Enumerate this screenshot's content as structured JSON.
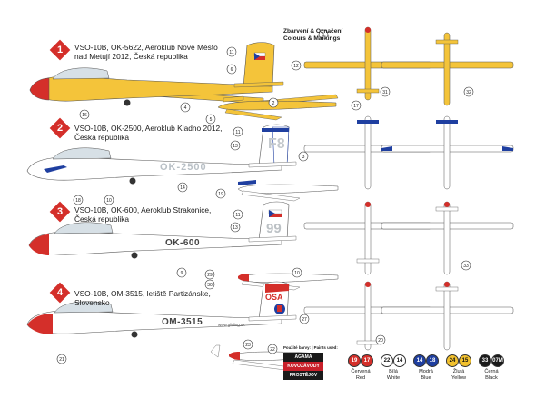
{
  "schemes": [
    {
      "num": "1",
      "line1": "VSO-10B, OK-5622, Aeroklub Nové Město",
      "line2": "nad Metují 2012, Česká republika",
      "reg": ""
    },
    {
      "num": "2",
      "line1": "VSO-10B, OK-2500, Aeroklub Kladno 2012,",
      "line2": "Česká republika",
      "reg": "OK-2500"
    },
    {
      "num": "3",
      "line1": "VSO-10B, OK-600, Aeroklub Strakonice,",
      "line2": "Česká republika",
      "reg": "OK-600"
    },
    {
      "num": "4",
      "line1": "VSO-10B, OM-3515, letiště Partizánske,",
      "line2": "Slovensko",
      "reg": "OM-3515"
    }
  ],
  "markings": {
    "title_cz": "Zbarvení & Označení",
    "title_en": "Colours & Markings"
  },
  "tail_codes": {
    "s2": "F8",
    "s3": "99",
    "s4": "OSA"
  },
  "callouts": [
    "11",
    "6",
    "12",
    "4",
    "16",
    "1",
    "2",
    "5",
    "17",
    "31",
    "32",
    "11",
    "13",
    "3",
    "14",
    "18",
    "10",
    "19",
    "11",
    "13",
    "9",
    "29",
    "30",
    "10",
    "33",
    "21",
    "27",
    "23",
    "22",
    "20"
  ],
  "paint": {
    "header_line1": "Použité barvy: | Paints used:",
    "brand1": "AGAMA",
    "brand2": "KOVOZÁVODY",
    "brand3": "PROSTĚJOV",
    "colors": [
      {
        "codes": [
          "19",
          "17"
        ],
        "cz": "Červená",
        "en": "Red",
        "hex": "#d42f2a"
      },
      {
        "codes": [
          "22",
          "14"
        ],
        "cz": "Bílá",
        "en": "White",
        "hex": "#ffffff"
      },
      {
        "codes": [
          "14",
          "18"
        ],
        "cz": "Modrá",
        "en": "Blue",
        "hex": "#1f3fa0"
      },
      {
        "codes": [
          "24",
          "15"
        ],
        "cz": "Žlutá",
        "en": "Yellow",
        "hex": "#f2c12e"
      },
      {
        "codes": [
          "33",
          "07M"
        ],
        "cz": "Černá",
        "en": "Black",
        "hex": "#1a1a1a"
      }
    ]
  },
  "web": "www.gliding.sk",
  "colors": {
    "yellow": "#f4c43a",
    "red": "#d42f2a",
    "blue": "#1f3fa0",
    "white": "#ffffff",
    "grey": "#9aa0a6",
    "outline": "#555555"
  }
}
